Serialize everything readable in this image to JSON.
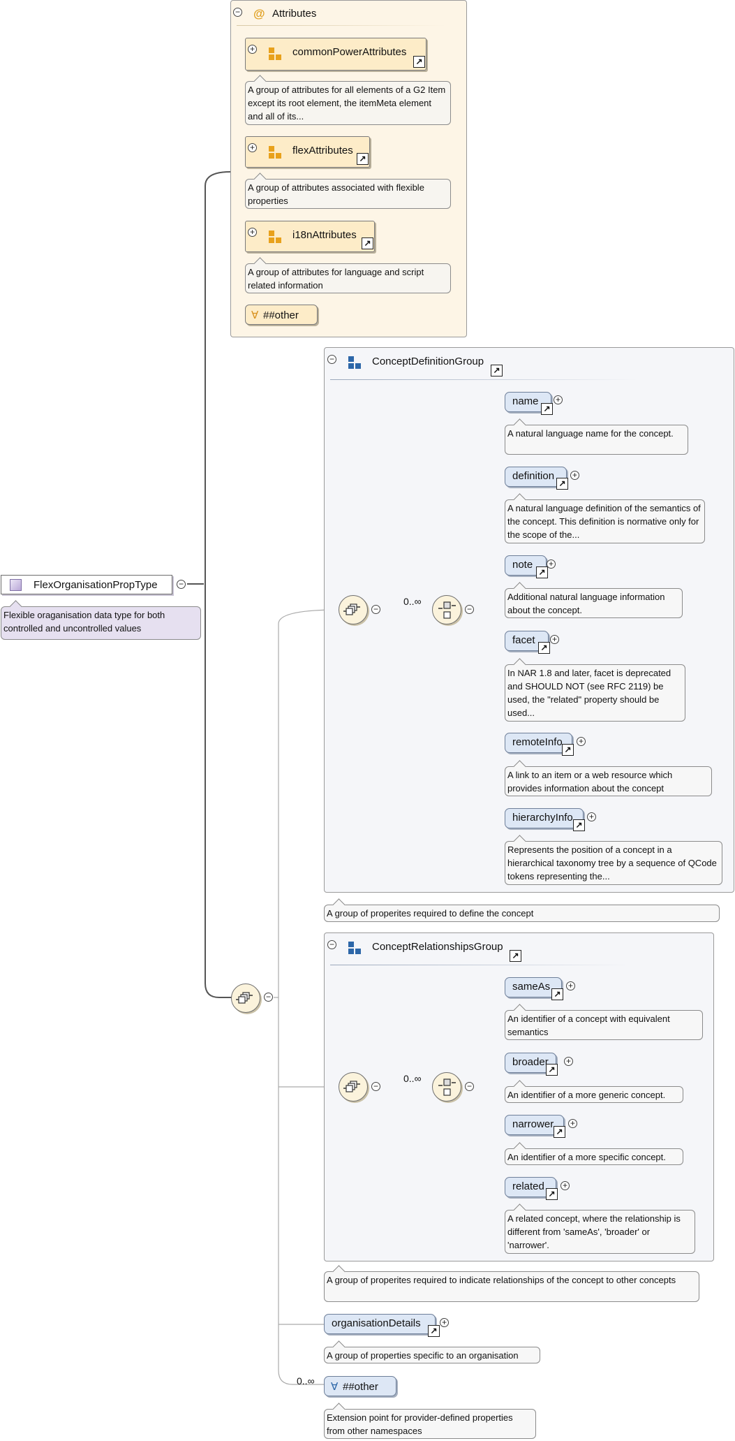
{
  "root": {
    "name": "FlexOrganisationPropType",
    "description": "Flexible oraganisation data type for both controlled and uncontrolled values",
    "icon": "complex-type-icon"
  },
  "attributes": {
    "title": "Attributes",
    "groups": [
      {
        "name": "commonPowerAttributes",
        "description": "A group of attributes for all elements of a G2 Item except its root element, the itemMeta element and all of its..."
      },
      {
        "name": "flexAttributes",
        "description": "A group of attributes associated with flexible properties"
      },
      {
        "name": "i18nAttributes",
        "description": "A group of attributes for language and script related information"
      }
    ],
    "any_attribute": "##other"
  },
  "concept_definition_group": {
    "title": "ConceptDefinitionGroup",
    "occurs": "0..∞",
    "description": "A group of properites required to define the concept",
    "elements": [
      {
        "name": "name",
        "description": "A natural language name for the concept."
      },
      {
        "name": "definition",
        "description": "A natural language definition of the semantics of the concept. This definition is normative only for the scope of the..."
      },
      {
        "name": "note",
        "description": "Additional natural language information about the concept."
      },
      {
        "name": "facet",
        "description": "In NAR 1.8 and later, facet is deprecated and SHOULD NOT (see RFC 2119) be used, the \"related\" property should be used..."
      },
      {
        "name": "remoteInfo",
        "description": "A link to an item or a web resource which provides information about the concept"
      },
      {
        "name": "hierarchyInfo",
        "description": "Represents the position of a concept in a hierarchical taxonomy tree by a sequence of QCode tokens representing the..."
      }
    ]
  },
  "concept_relationships_group": {
    "title": "ConceptRelationshipsGroup",
    "occurs": "0..∞",
    "description": "A group of properites required to indicate relationships of the concept to other concepts",
    "elements": [
      {
        "name": "sameAs",
        "description": "An identifier of a concept with equivalent semantics"
      },
      {
        "name": "broader",
        "description": "An identifier of a more generic concept."
      },
      {
        "name": "narrower",
        "description": "An identifier of a more specific concept."
      },
      {
        "name": "related",
        "description": "A related concept, where the relationship is different from 'sameAs', 'broader' or 'narrower'."
      }
    ]
  },
  "organisation_details": {
    "name": "organisationDetails",
    "description": "A group of properties specific to an organisation"
  },
  "any_element": {
    "name": "##other",
    "occurs": "0..∞",
    "description": "Extension point for provider-defined properties from other namespaces"
  },
  "symbols": {
    "expand": "+",
    "collapse": "−",
    "link": "↗",
    "at": "@",
    "any": "∀"
  },
  "colors": {
    "attribute_panel": "#fdf5e6",
    "group_panel": "#f5f6f9",
    "element_fill": "#dde7f5",
    "attribute_group_fill": "#fdecc8",
    "root_description_fill": "#e6e0f0",
    "connector": "#555555"
  }
}
